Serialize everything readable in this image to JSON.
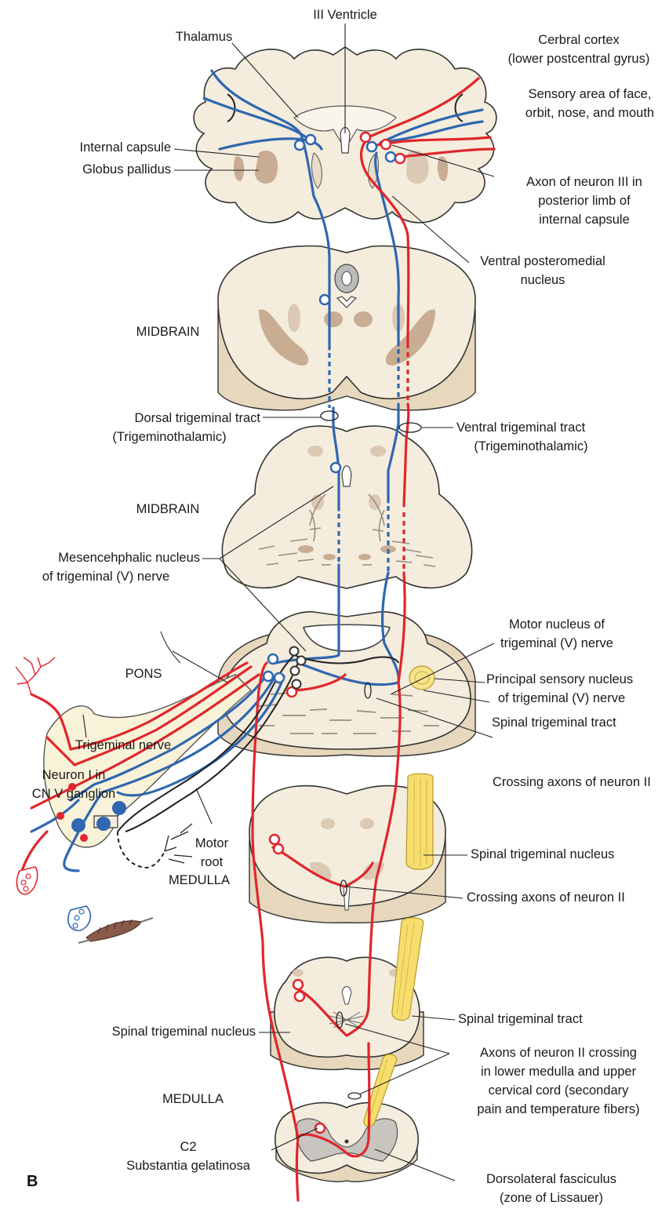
{
  "labels": {
    "third_ventricle": "III Ventricle",
    "thalamus": "Thalamus",
    "cortex_1": "Cerbral cortex",
    "cortex_2": "(lower postcentral gyrus)",
    "sensory_1": "Sensory area of face,",
    "sensory_2": "orbit, nose, and mouth",
    "internal_capsule": "Internal capsule",
    "globus_pallidus": "Globus pallidus",
    "axon3_1": "Axon of neuron III in",
    "axon3_2": "posterior limb of",
    "axon3_3": "internal capsule",
    "vpm_1": "Ventral posteromedial",
    "vpm_2": "nucleus",
    "midbrain_1": "MIDBRAIN",
    "dorsal_tract_1": "Dorsal trigeminal tract",
    "dorsal_tract_2": "(Trigeminothalamic)",
    "ventral_tract_1": "Ventral trigeminal tract",
    "ventral_tract_2": "(Trigeminothalamic)",
    "midbrain_2": "MIDBRAIN",
    "mesen_1": "Mesencehphalic nucleus",
    "mesen_2": "of trigeminal (V) nerve",
    "motor_nuc_1": "Motor nucleus of",
    "motor_nuc_2": "trigeminal (V) nerve",
    "pons": "PONS",
    "principal_1": "Principal sensory nucleus",
    "principal_2": "of trigeminal (V) nerve",
    "spinal_tract_1": "Spinal trigeminal tract",
    "trigeminal_nerve": "Trigeminal nerve",
    "neuron1_1": "Neuron I in",
    "neuron1_2": "CN V ganglion",
    "crossing_1": "Crossing axons of neuron II",
    "motor_root_1": "Motor",
    "motor_root_2": "root",
    "spinal_nucleus_1": "Spinal trigeminal nucleus",
    "medulla_1": "MEDULLA",
    "crossing_2": "Crossing axons of neuron II",
    "spinal_tract_2": "Spinal trigeminal tract",
    "spinal_nucleus_2": "Spinal trigeminal nucleus",
    "axons2_1": "Axons of neuron II crossing",
    "axons2_2": "in lower medulla and upper",
    "axons2_3": "cervical cord (secondary",
    "axons2_4": "pain and temperature fibers)",
    "medulla_2": "MEDULLA",
    "c2": "C2",
    "subst": "Substantia gelatinosa",
    "lissauer_1": "Dorsolateral fasciculus",
    "lissauer_2": "(zone of Lissauer)",
    "panel_letter": "B"
  },
  "colors": {
    "pain_temperature_pathway": "#e0262c",
    "touch_pathway": "#2f67b1",
    "motor_pathway": "#222222",
    "spinal_trigeminal_tract": "#f6de6e",
    "gray_matter": "#c9ad93",
    "tissue": "#f4ecdc"
  }
}
